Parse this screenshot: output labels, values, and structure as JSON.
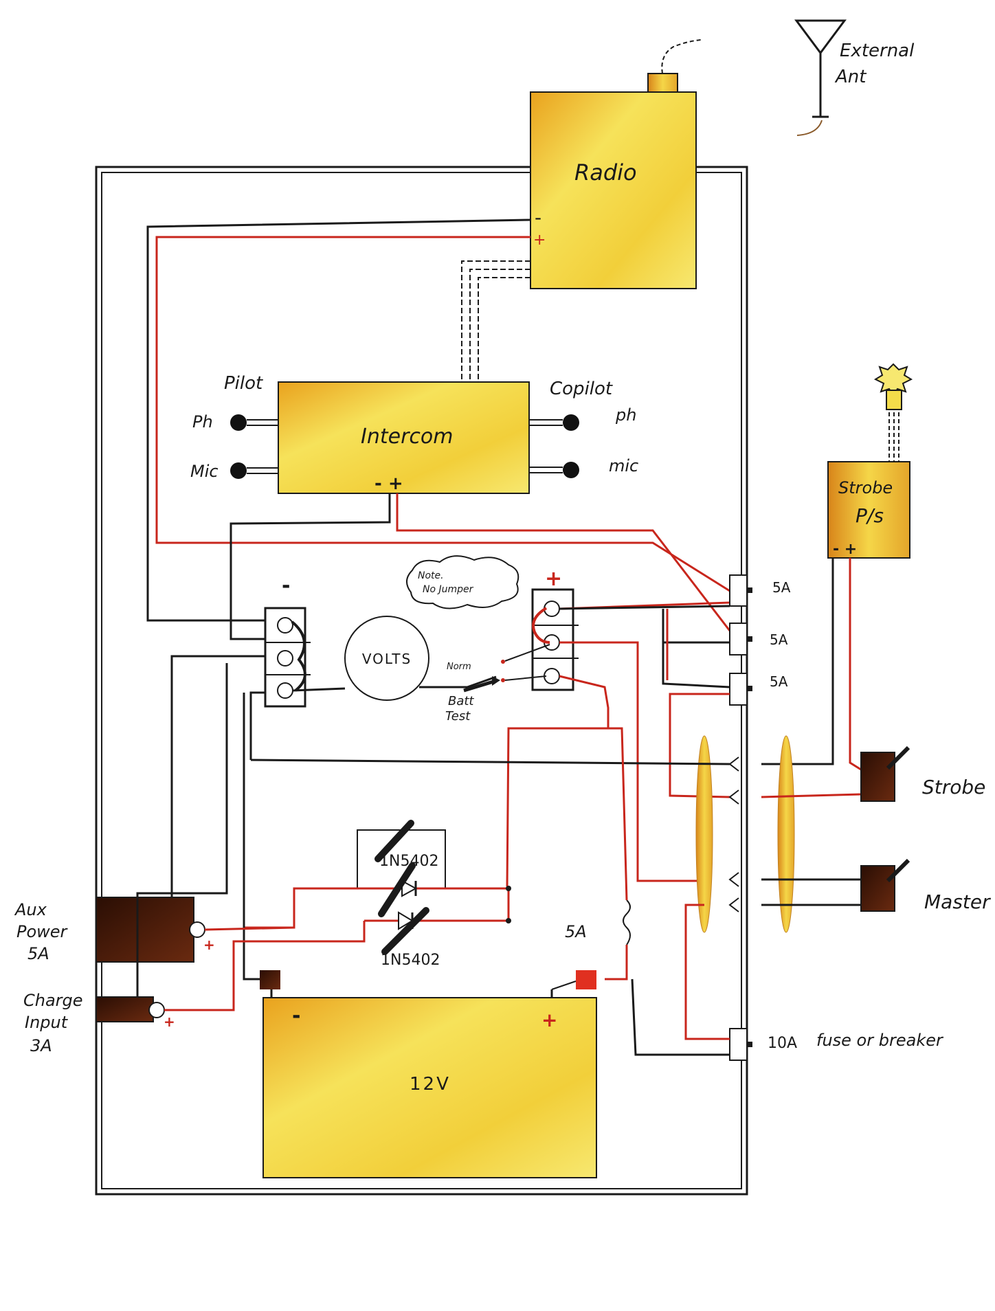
{
  "title": "Hand-drawn wiring diagram: radio, intercom, strobe and 12V battery panel",
  "labels": {
    "external_ant": [
      "External",
      "Ant"
    ],
    "radio": "Radio",
    "radio_minus": "-",
    "radio_plus": "+",
    "intercom": "Intercom",
    "intercom_terminals": "- +",
    "pilot": "Pilot",
    "copilot": "Copilot",
    "ph_left": "Ph",
    "mic_left": "Mic",
    "ph_right": "ph",
    "mic_right": "mic",
    "strobe_ps": [
      "Strobe",
      "P/s"
    ],
    "strobe_ps_terminals": "- +",
    "neg_bus": "-",
    "pos_bus": "+",
    "volts": "VOLTS",
    "note": [
      "Note.",
      "No Jumper"
    ],
    "norm": "Norm",
    "batt_test": [
      "Batt",
      "Test"
    ],
    "fuse_5a": [
      "5A",
      "5A",
      "5A"
    ],
    "fuse_10a": "10A",
    "fuse_or_breaker": "fuse or breaker",
    "strobe_switch": "Strobe",
    "master_switch": "Master",
    "aux_power": [
      "Aux",
      "Power",
      "5A"
    ],
    "aux_plus": "+",
    "charge_input": [
      "Charge",
      "Input",
      "3A"
    ],
    "charge_plus": "+",
    "diode_top": "1N5402",
    "diode_bottom": "1N5402",
    "inline_fuse": "5A",
    "battery": "12V",
    "battery_minus": "-",
    "battery_plus": "+"
  },
  "colors": {
    "wire_black": "#1a1a1a",
    "wire_red": "#c8261c",
    "component_yellow": "#f3dc4a",
    "component_orange": "#e0a020",
    "component_dark": "#3a1a0a"
  }
}
